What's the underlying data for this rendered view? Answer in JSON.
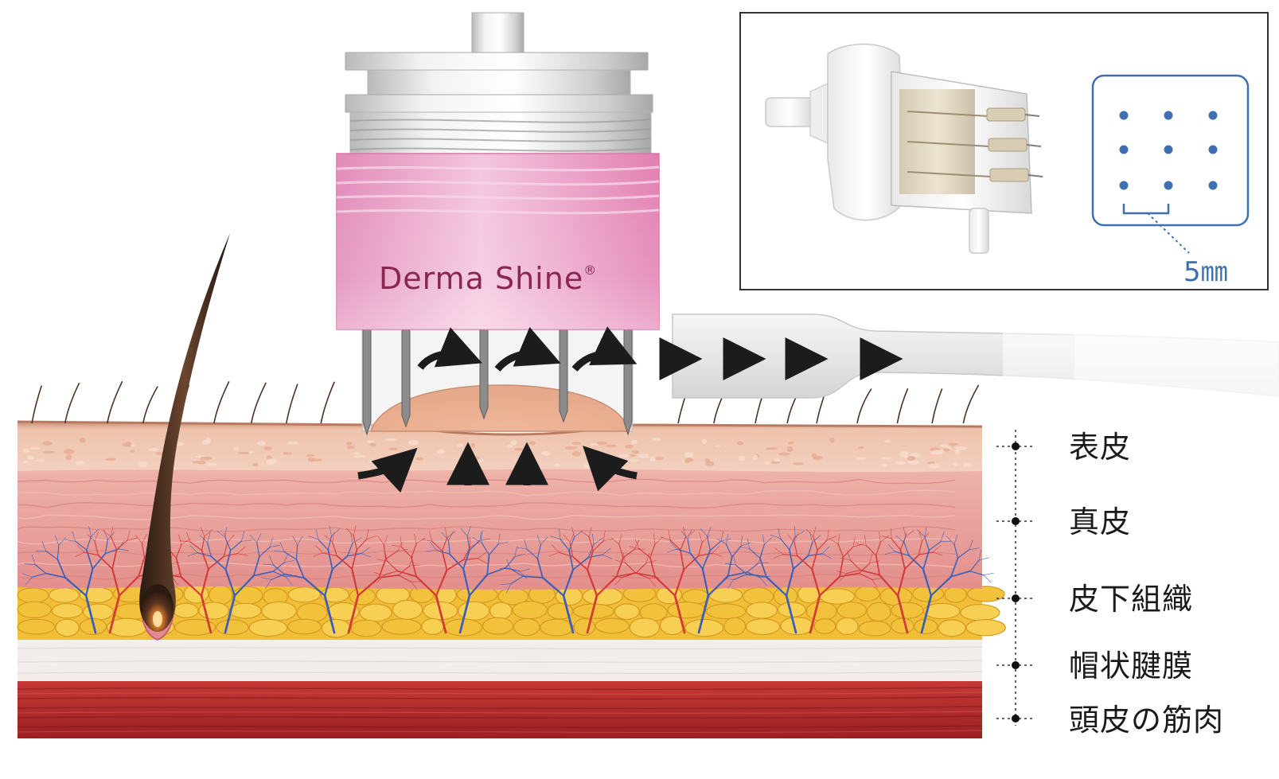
{
  "device": {
    "brand_name": "Derma Shine",
    "brand_mark": "®",
    "needle_spacing_label": "5㎜"
  },
  "layers": [
    {
      "label": "表皮"
    },
    {
      "label": "真皮"
    },
    {
      "label": "皮下組織"
    },
    {
      "label": "帽状腱膜"
    },
    {
      "label": "頭皮の筋肉"
    }
  ],
  "colors": {
    "cartridge_pink": "#e9a3c9",
    "brand_text": "#8a2750",
    "epidermis": "#e8b9a4",
    "dermis": "#e79b96",
    "fat": "#f5c53c",
    "galea": "#f1ebe8",
    "muscle": "#b52b2b",
    "vein": "#3b5fb8",
    "artery": "#d23a3a",
    "inset_accent": "#3e6fb0",
    "arrow": "#1c1c1c"
  }
}
